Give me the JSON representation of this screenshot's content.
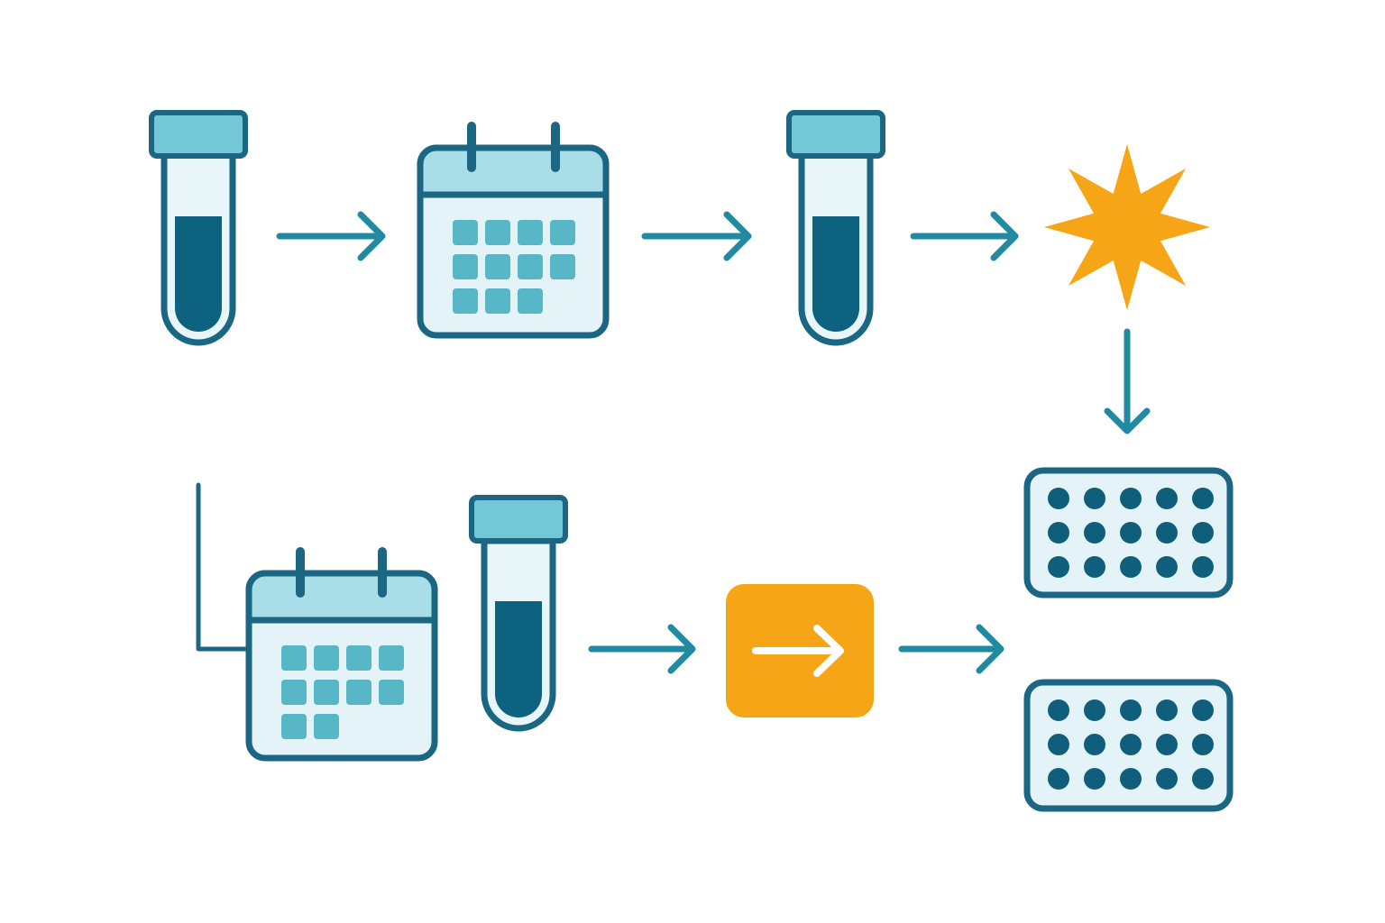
{
  "colors": {
    "outline": "#1a6683",
    "liquid": "#0d6280",
    "tube_cap": "#74c7d6",
    "tube_body": "#e8f6fa",
    "calendar_header": "#a9dde7",
    "calendar_body": "#e4f3f7",
    "calendar_cell": "#58b7c7",
    "arrow": "#1f8aa0",
    "accent": "#f6a516",
    "plate_fill": "#e3f3f8",
    "plate_dot": "#0f5f7c",
    "arrow_on_accent": "#ffffff"
  },
  "nodes": [
    {
      "id": "tube-1",
      "icon": "test-tube-icon",
      "fill_level": 0.6
    },
    {
      "id": "calendar-1",
      "icon": "calendar-icon",
      "highlighted_days": 11
    },
    {
      "id": "tube-2",
      "icon": "test-tube-icon",
      "fill_level": 0.6
    },
    {
      "id": "starburst",
      "icon": "starburst-icon"
    },
    {
      "id": "plate-1",
      "icon": "well-plate-icon",
      "rows": 3,
      "columns": 5
    },
    {
      "id": "calendar-2",
      "icon": "calendar-icon",
      "highlighted_days": 10
    },
    {
      "id": "tube-3",
      "icon": "test-tube-icon",
      "fill_level": 0.6
    },
    {
      "id": "proceed-box",
      "icon": "arrow-right-icon"
    },
    {
      "id": "plate-2",
      "icon": "well-plate-icon",
      "rows": 3,
      "columns": 5
    }
  ],
  "edges": [
    {
      "from": "tube-1",
      "to": "calendar-1",
      "icon": "arrow-right-icon"
    },
    {
      "from": "calendar-1",
      "to": "tube-2",
      "icon": "arrow-right-icon"
    },
    {
      "from": "tube-2",
      "to": "starburst",
      "icon": "arrow-right-icon"
    },
    {
      "from": "starburst",
      "to": "plate-1",
      "icon": "arrow-down-icon"
    },
    {
      "from": "tube-3",
      "to": "proceed-box",
      "icon": "arrow-right-icon"
    },
    {
      "from": "proceed-box",
      "to": "plate-2",
      "icon": "arrow-right-icon"
    },
    {
      "from": "calendar-2",
      "to": null,
      "icon": "bracket-line"
    }
  ]
}
